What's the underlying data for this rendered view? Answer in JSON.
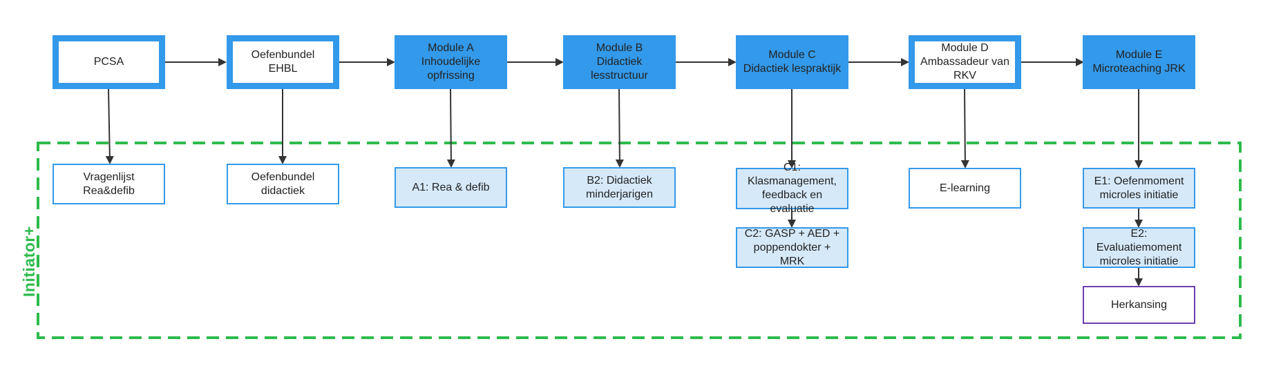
{
  "colors": {
    "module_blue": "#3399ea",
    "sub_fill_light": "#d6e9f9",
    "group_green": "#2dbb4c",
    "retake_purple": "#6a3fb0",
    "arrow": "#333333"
  },
  "group": {
    "label": "Initiator+"
  },
  "modules": [
    {
      "id": "pcsa",
      "label": "PCSA"
    },
    {
      "id": "oefenbundel-ehbl",
      "label": "Oefenbundel EHBL"
    },
    {
      "id": "module-a",
      "label": "Module A\nInhoudelijke opfrissing"
    },
    {
      "id": "module-b",
      "label": "Module B\nDidactiek lesstructuur"
    },
    {
      "id": "module-c",
      "label": "Module C\nDidactiek lespraktijk"
    },
    {
      "id": "module-d",
      "label": "Module D\nAmbassadeur van RKV"
    },
    {
      "id": "module-e",
      "label": "Module E\nMicroteaching JRK"
    }
  ],
  "subitems": [
    {
      "id": "vragenlijst",
      "label": "Vragenlijst Rea&defib"
    },
    {
      "id": "oefenbundel-didactiek",
      "label": "Oefenbundel didactiek"
    },
    {
      "id": "a1",
      "label": "A1: Rea & defib"
    },
    {
      "id": "b2",
      "label": "B2: Didactiek\nminderjarigen"
    },
    {
      "id": "c1",
      "label": "C1: Klasmanagement,\nfeedback en evaluatie"
    },
    {
      "id": "c2",
      "label": "C2: GASP + AED +\npoppendokter + MRK"
    },
    {
      "id": "e-learning",
      "label": "E-learning"
    },
    {
      "id": "e1",
      "label": "E1: Oefenmoment\nmicroles initiatie"
    },
    {
      "id": "e2",
      "label": "E2: Evaluatiemoment\nmicroles initiatie"
    },
    {
      "id": "herkansing",
      "label": "Herkansing"
    }
  ]
}
